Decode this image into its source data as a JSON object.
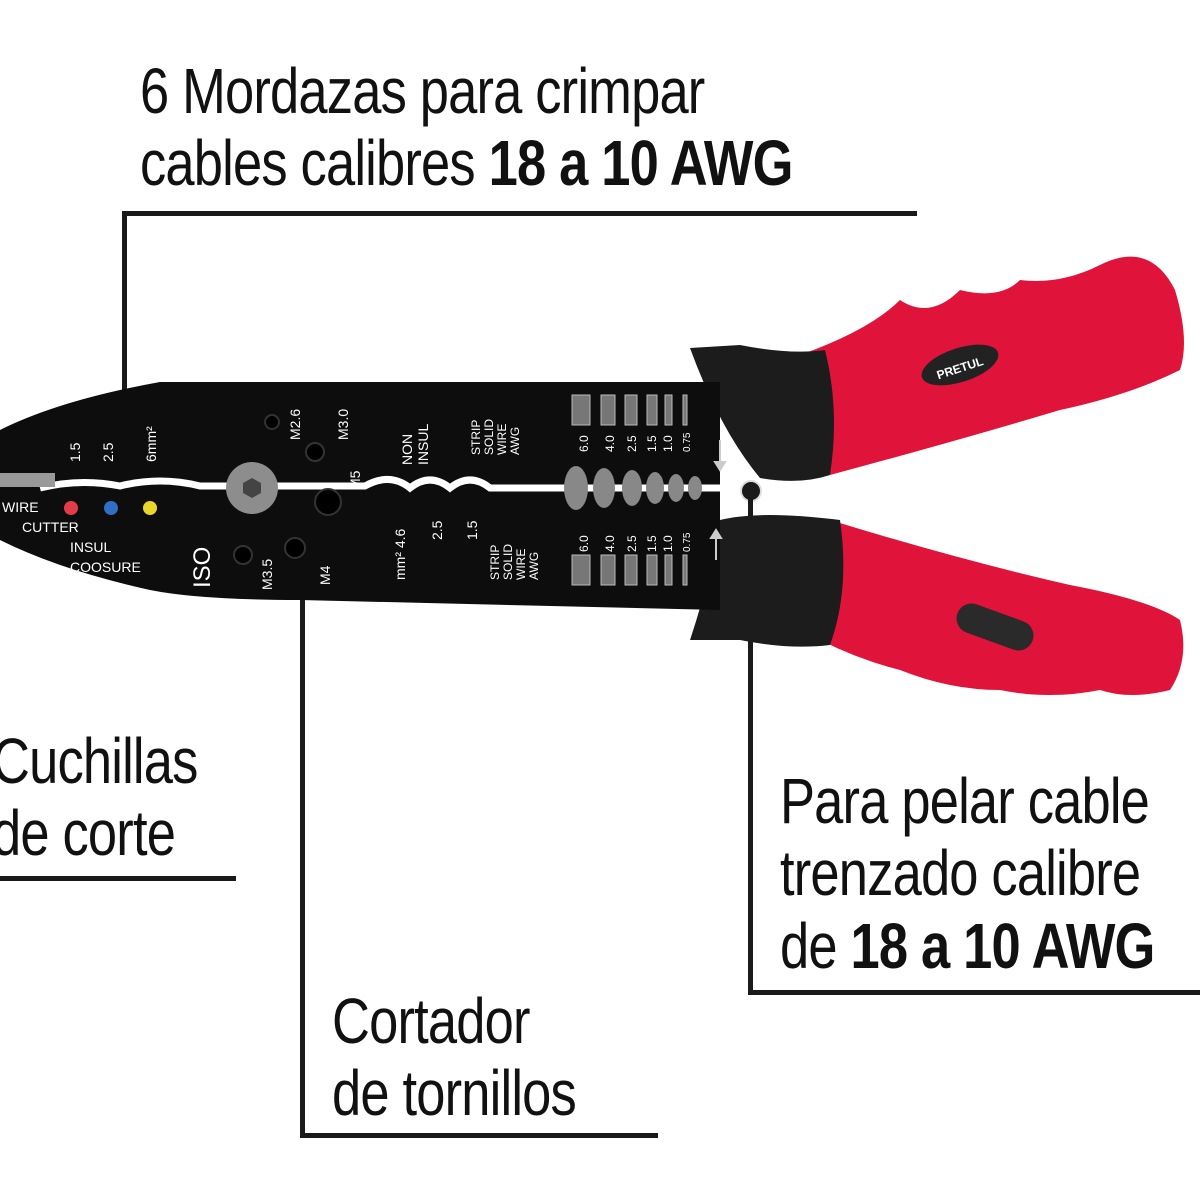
{
  "callouts": {
    "crimp": {
      "line1": "6 Mordazas para crimpar",
      "line2_pre": "cables calibres ",
      "line2_bold": "18 a 10 AWG"
    },
    "blades": {
      "line1": "Cuchillas",
      "line2": "de corte"
    },
    "bolt_cutter": {
      "line1": "Cortador",
      "line2": "de tornillos"
    },
    "stripper": {
      "line1": "Para pelar cable",
      "line2": "trenzado calibre",
      "line3_pre": "de ",
      "line3_bold": "18 a 10 AWG"
    }
  },
  "tool": {
    "brand": "PRETUL",
    "jaw_labels": {
      "crimp_sizes": [
        "1.5",
        "2.5",
        "6mm²"
      ],
      "wire_cutter": [
        "WIRE",
        "CUTTER"
      ],
      "insul_coosure": [
        "INSUL",
        "COOSURE"
      ],
      "iso": "ISO",
      "screw_sizes": [
        "M2.6",
        "M3.0",
        "M5",
        "M3.5",
        "M4"
      ],
      "non_insul": [
        "NON",
        "INSUL"
      ],
      "mm2_sizes": [
        "mm² 4.6",
        "2.5",
        "1.5"
      ],
      "strip_label": [
        "STRIP",
        "SOLID",
        "WIRE",
        "AWG"
      ],
      "strip_gauges": [
        "6.0",
        "4.0",
        "2.5",
        "1.5",
        "1.0",
        "0.75"
      ]
    },
    "terminal_colors": {
      "red": "#e23c4a",
      "blue": "#2f6fc4",
      "yellow": "#e8d62a"
    },
    "handle_color": "#e0143a",
    "grip_color": "#1c1c1c",
    "body_color": "#0d0d0d"
  }
}
